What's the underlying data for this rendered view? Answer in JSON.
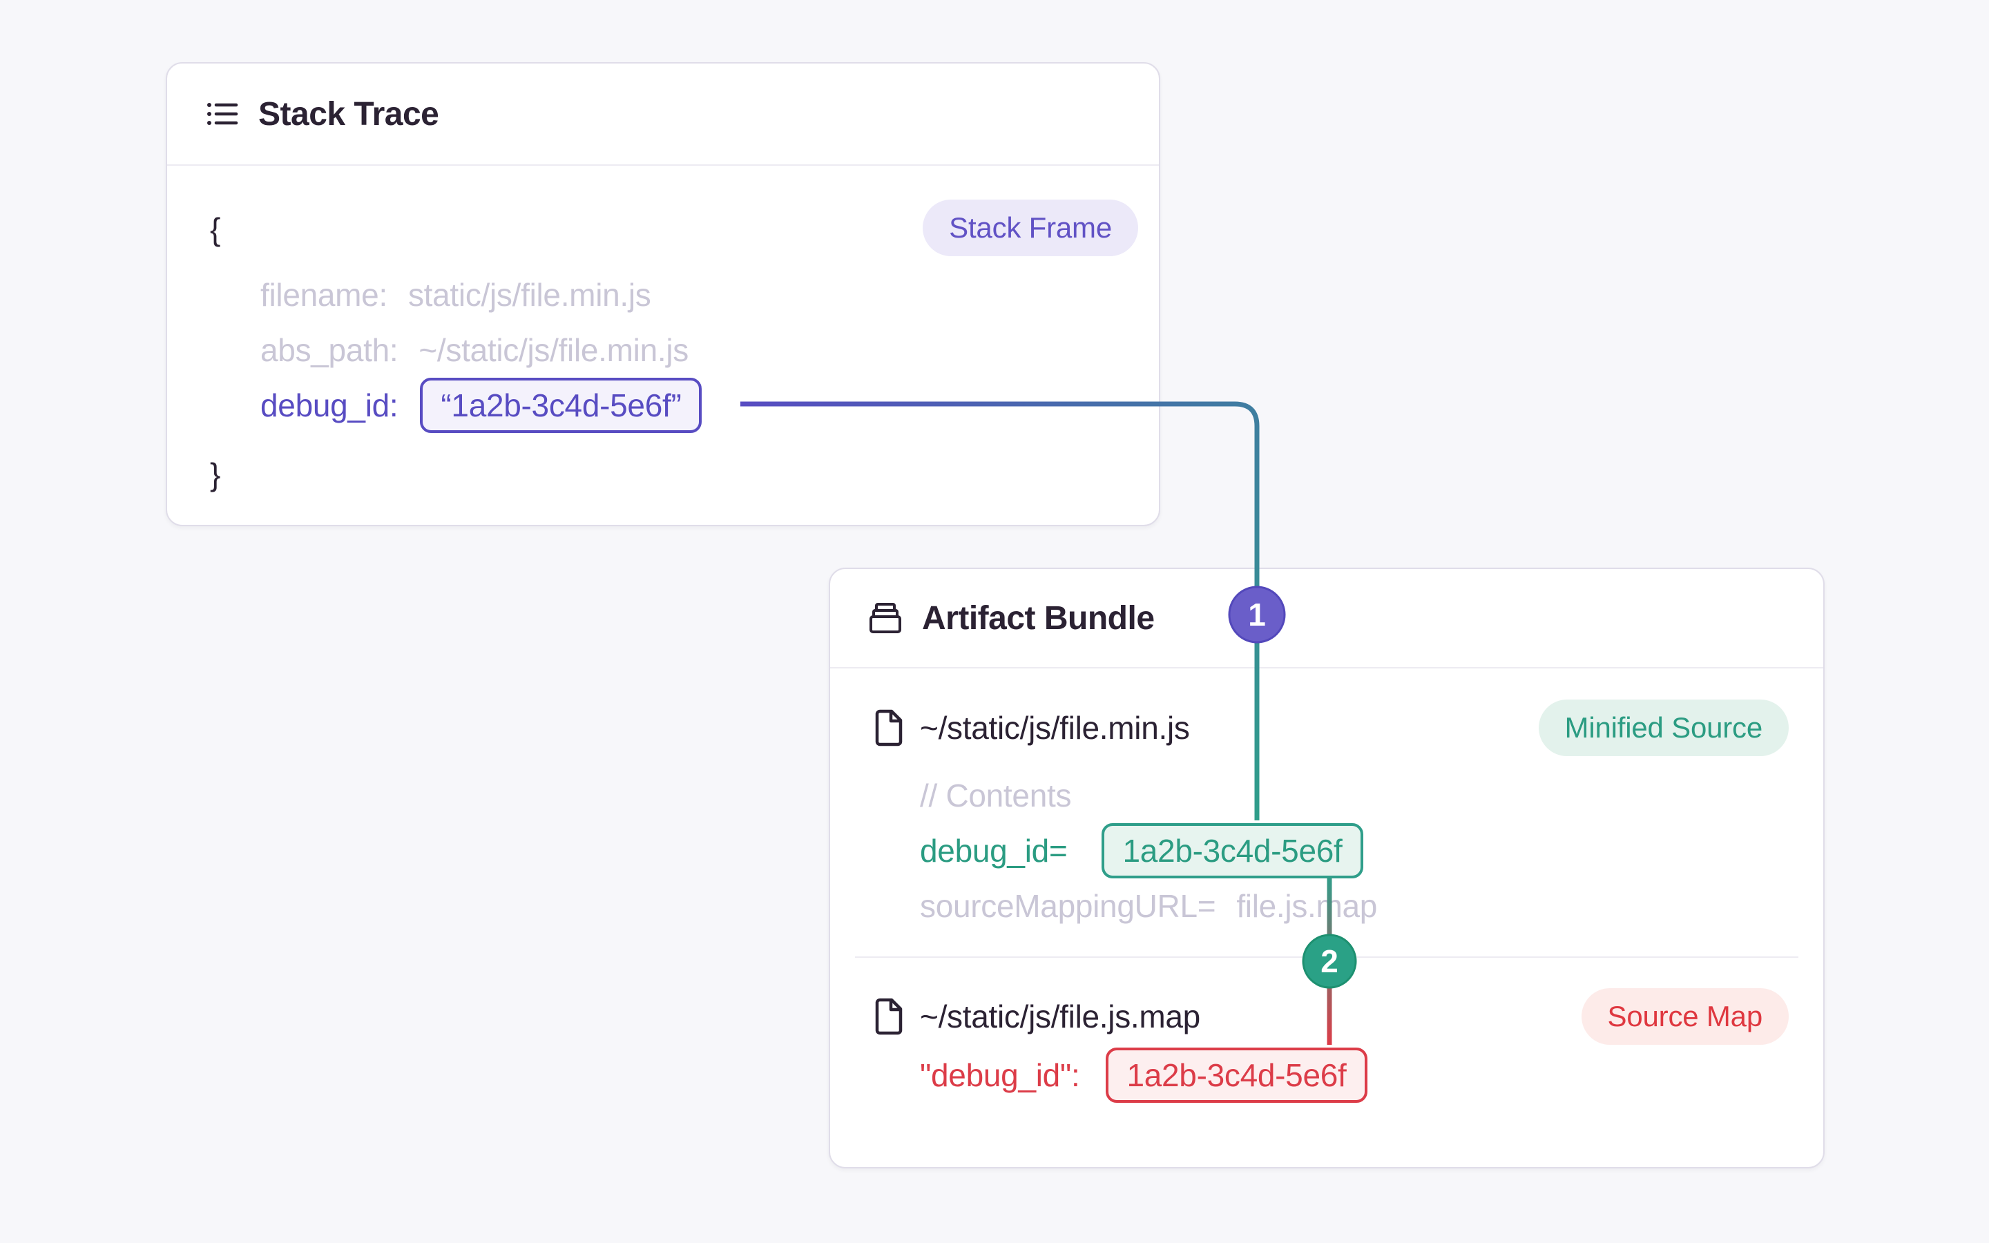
{
  "colors": {
    "bg": "#f7f7fa",
    "card": "#ffffff",
    "cardBorder": "#e0dde9",
    "divider": "#edebf2",
    "ink": "#2b2233",
    "muted": "#c9c6d6",
    "purple": "#584cc2",
    "purpleFill": "#f4f2fc",
    "purpleBadgeBg": "#ece9f9",
    "purpleBadgeText": "#6152c5",
    "circle1": "#6a5ec9",
    "circle1Border": "#5348bb",
    "green": "#2f9e8a",
    "greenText": "#2b9c82",
    "greenFill": "#e7f4ef",
    "greenBadgeBg": "#e3f2ec",
    "circle2": "#2aa186",
    "circle2Border": "#1d9070",
    "red": "#dc3c48",
    "redFill": "#fdefef",
    "redBadgeBg": "#fdebe9",
    "redBadgeText": "#df3840"
  },
  "stack": {
    "title": "Stack Trace",
    "badge": "Stack Frame",
    "open_brace": "{",
    "close_brace": "}",
    "filename_label": "filename:",
    "filename_value": "static/js/file.min.js",
    "abs_path_label": "abs_path:",
    "abs_path_value": "~/static/js/file.min.js",
    "debug_label": "debug_id:",
    "debug_value": "“1a2b-3c4d-5e6f”"
  },
  "artifact": {
    "title": "Artifact Bundle",
    "minified_file": "~/static/js/file.min.js",
    "minified_badge": "Minified Source",
    "contents_comment": "// Contents",
    "debug_label": "debug_id=",
    "debug_value": "1a2b-3c4d-5e6f",
    "sourcemapping_label": "sourceMappingURL=",
    "sourcemapping_value": "file.js.map",
    "map_file": "~/static/js/file.js.map",
    "map_badge": "Source Map",
    "map_debug_label": "\"debug_id\":",
    "map_debug_value": "1a2b-3c4d-5e6f"
  },
  "steps": {
    "one": "1",
    "two": "2"
  }
}
